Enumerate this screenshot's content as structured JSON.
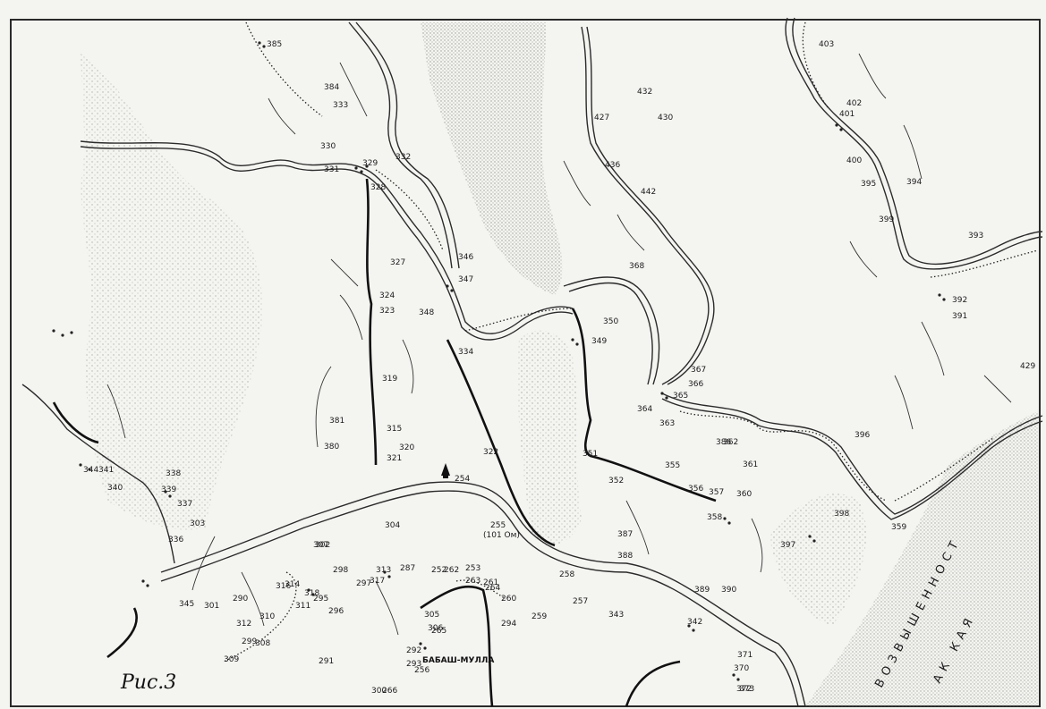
{
  "map": {
    "caption": "Рис.3",
    "town_label": "БАБАШ-МУЛЛА",
    "peak_label": "(101 Ом)",
    "region_labels": [
      "ВОЗВЫШЕННОСТ",
      "АК КАЯ"
    ],
    "site_numbers": [
      "385",
      "384",
      "333",
      "330",
      "331",
      "329",
      "332",
      "328",
      "327",
      "324",
      "323",
      "319",
      "315",
      "320",
      "321",
      "322",
      "380",
      "381",
      "346",
      "347",
      "348",
      "334",
      "350",
      "349",
      "351",
      "352",
      "355",
      "356",
      "357",
      "358",
      "359",
      "360",
      "361",
      "362",
      "363",
      "364",
      "365",
      "366",
      "367",
      "368",
      "336",
      "337",
      "338",
      "339",
      "340",
      "341",
      "342",
      "343",
      "344",
      "345",
      "316",
      "317",
      "318",
      "252",
      "253",
      "254",
      "255",
      "256",
      "257",
      "258",
      "259",
      "260",
      "261",
      "262",
      "263",
      "264",
      "265",
      "266",
      "287",
      "290",
      "291",
      "292",
      "293",
      "294",
      "295",
      "296",
      "297",
      "298",
      "299",
      "300",
      "301",
      "302",
      "303",
      "304",
      "305",
      "306",
      "307",
      "308",
      "309",
      "310",
      "311",
      "312",
      "313",
      "314",
      "370",
      "371",
      "372",
      "373",
      "386",
      "387",
      "388",
      "389",
      "390",
      "391",
      "392",
      "393",
      "394",
      "395",
      "396",
      "397",
      "398",
      "399",
      "400",
      "401",
      "402",
      "403",
      "427",
      "429",
      "430",
      "432",
      "436",
      "442"
    ],
    "colors": {
      "paper": "#f4f4f1",
      "ink": "#1b1b1b",
      "stipple": "#b7b7b2"
    }
  }
}
